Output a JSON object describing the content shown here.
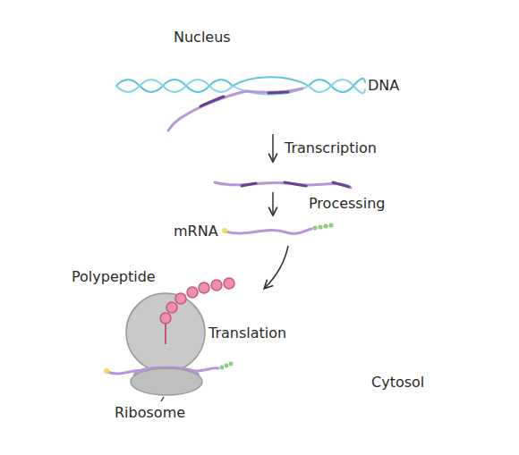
{
  "diagram": {
    "nodes": [
      {
        "text": [
          "Cytosol"
        ]
      },
      {
        "text": [
          "Nucleus"
        ],
        "in": 0
      }
    ],
    "labels": [
      "DNA",
      "Transcription",
      "Processing",
      "mRNA",
      "Polypeptide",
      "Translation",
      "Ribosome"
    ]
  }
}
